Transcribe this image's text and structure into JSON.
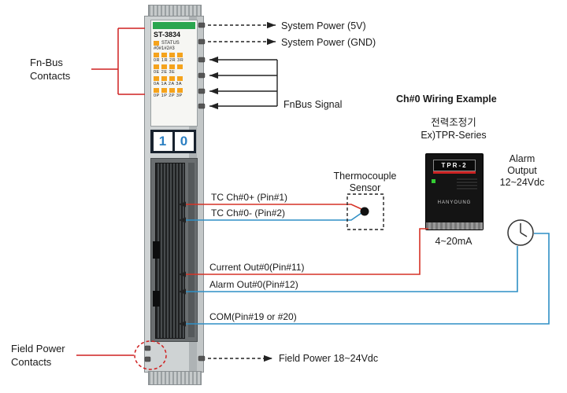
{
  "colors": {
    "accent_red": "#cf2020",
    "wire_red": "#d63226",
    "wire_blue": "#2f8fc5",
    "led_orange": "#f5a31c",
    "green": "#2aa64e"
  },
  "module": {
    "model": "ST-3834",
    "status_label": "STATUS",
    "channel_header": "#0#1#2#3",
    "led_row_labels": [
      "0R 1R 2R 3R",
      "0E 2E 3E",
      "0A 1A 2A 3A",
      "0P 1P 2P 3P"
    ],
    "display_digits": [
      "1",
      "0"
    ]
  },
  "left_labels": {
    "fnbus_lines": [
      "Fn-Bus",
      "Contacts"
    ],
    "field_lines": [
      "Field Power",
      "Contacts"
    ]
  },
  "top_annotations": {
    "system_power_5v": "System Power (5V)",
    "system_power_gnd": "System Power (GND)",
    "fnbus_signal": "FnBus Signal"
  },
  "wiring": {
    "title": "Ch#0 Wiring Example",
    "regulator_lines": [
      "전력조정기",
      "Ex)TPR-Series"
    ],
    "tpr_model": "TPR-2",
    "tpr_brand": "HANYOUNG",
    "current_range": "4~20mA",
    "alarm_lines": [
      "Alarm",
      "Output",
      "12~24Vdc"
    ],
    "thermocouple_lines": [
      "Thermocouple",
      "Sensor"
    ],
    "tc_plus": "TC Ch#0+ (Pin#1)",
    "tc_minus": "TC Ch#0- (Pin#2)",
    "current_out": "Current Out#0(Pin#11)",
    "alarm_out": "Alarm Out#0(Pin#12)",
    "com": "COM(Pin#19 or #20)",
    "field_power": "Field Power 18~24Vdc"
  }
}
